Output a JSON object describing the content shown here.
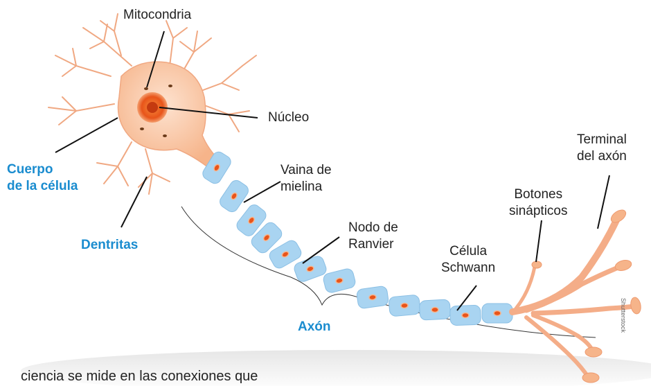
{
  "labels": {
    "mitocondria": "Mitocondria",
    "nucleo": "Núcleo",
    "cuerpo_line1": "Cuerpo",
    "cuerpo_line2": "de la célula",
    "dentritas": "Dentritas",
    "vaina_line1": "Vaina de",
    "vaina_line2": "mielina",
    "nodo_line1": "Nodo de",
    "nodo_line2": "Ranvier",
    "celula_line1": "Célula",
    "celula_line2": "Schwann",
    "botones_line1": "Botones",
    "botones_line2": "sinápticos",
    "terminal_line1": "Terminal",
    "terminal_line2": "del axón",
    "axon": "Axón"
  },
  "credit": "Shutterstock",
  "footer_text": "ciencia se mide en las conexiones que",
  "colors": {
    "label_blue": "#1a8ccf",
    "cell_body": "#fbc9a6",
    "myelin": "#a9d4f1",
    "nucleus": "#e8541a"
  }
}
